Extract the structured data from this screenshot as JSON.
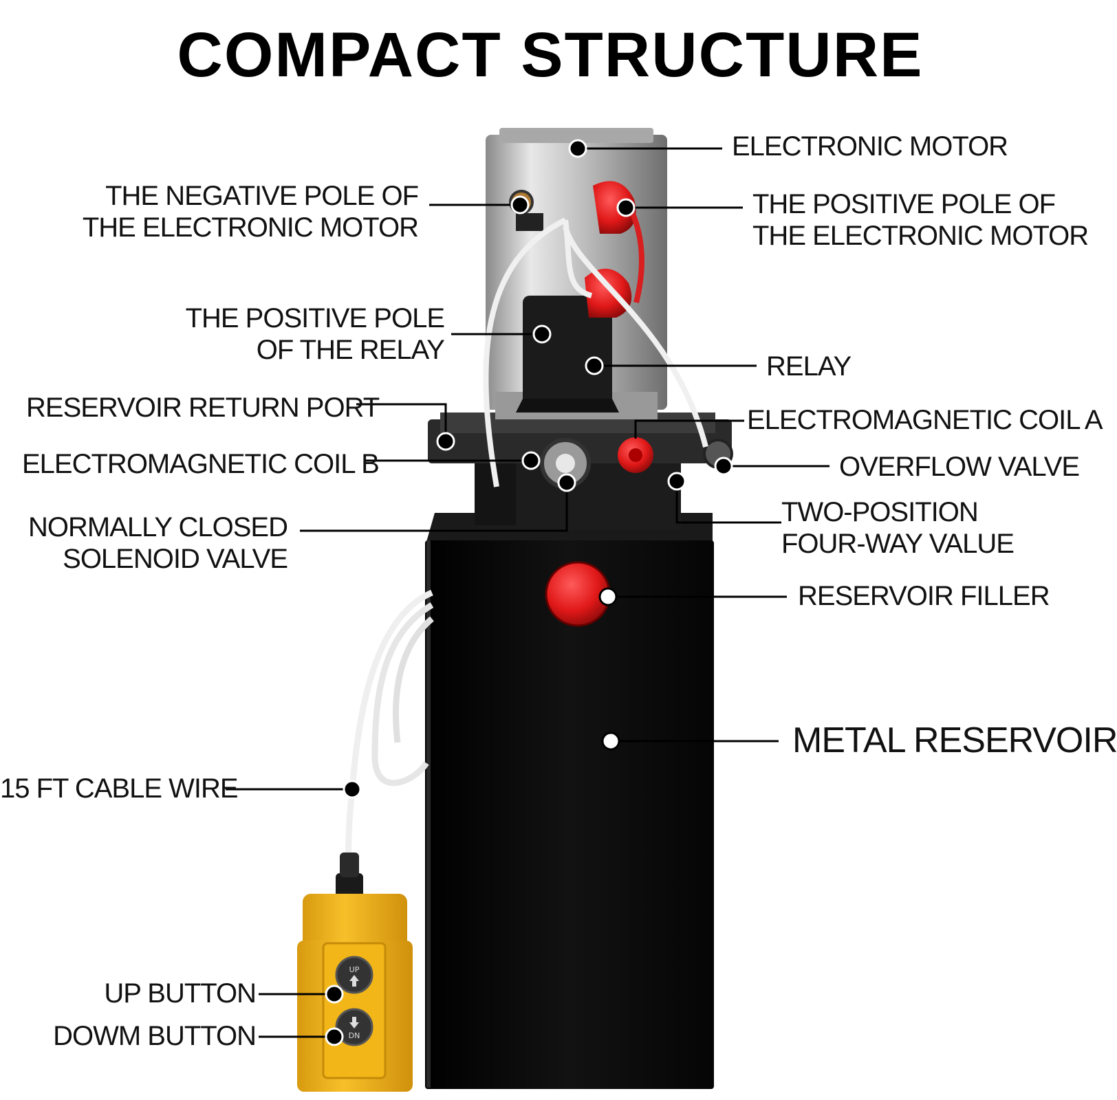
{
  "title": "COMPACT STRUCTURE",
  "labels": {
    "electronic_motor": "ELECTRONIC MOTOR",
    "negative_pole_l1": "THE NEGATIVE POLE OF",
    "negative_pole_l2": "THE ELECTRONIC MOTOR",
    "positive_pole_l1": "THE POSITIVE POLE OF",
    "positive_pole_l2": "THE ELECTRONIC MOTOR",
    "relay_positive_l1": "THE POSITIVE POLE",
    "relay_positive_l2": "OF THE RELAY",
    "relay": "RELAY",
    "reservoir_return_port": "RESERVOIR RETURN PORT",
    "coil_a": "ELECTROMAGNETIC COIL A",
    "coil_b": "ELECTROMAGNETIC COIL B",
    "overflow_valve": "OVERFLOW VALVE",
    "normally_closed_l1": "NORMALLY CLOSED",
    "normally_closed_l2": "SOLENOID VALVE",
    "two_position_l1": "TWO-POSITION",
    "two_position_l2": "FOUR-WAY VALUE",
    "reservoir_filler": "RESERVOIR FILLER",
    "metal_reservoir": "METAL RESERVOIR",
    "cable_wire": "15 FT CABLE WIRE",
    "up_button": "UP BUTTON",
    "down_button": "DOWM BUTTON"
  },
  "remote": {
    "up": "UP",
    "down": "DN"
  },
  "colors": {
    "reservoir": "#0c0c0c",
    "motor": "#c8c8c8",
    "cap_red": "#d81e1e",
    "remote_yellow": "#f2b619",
    "cable": "#f4f4f4"
  }
}
